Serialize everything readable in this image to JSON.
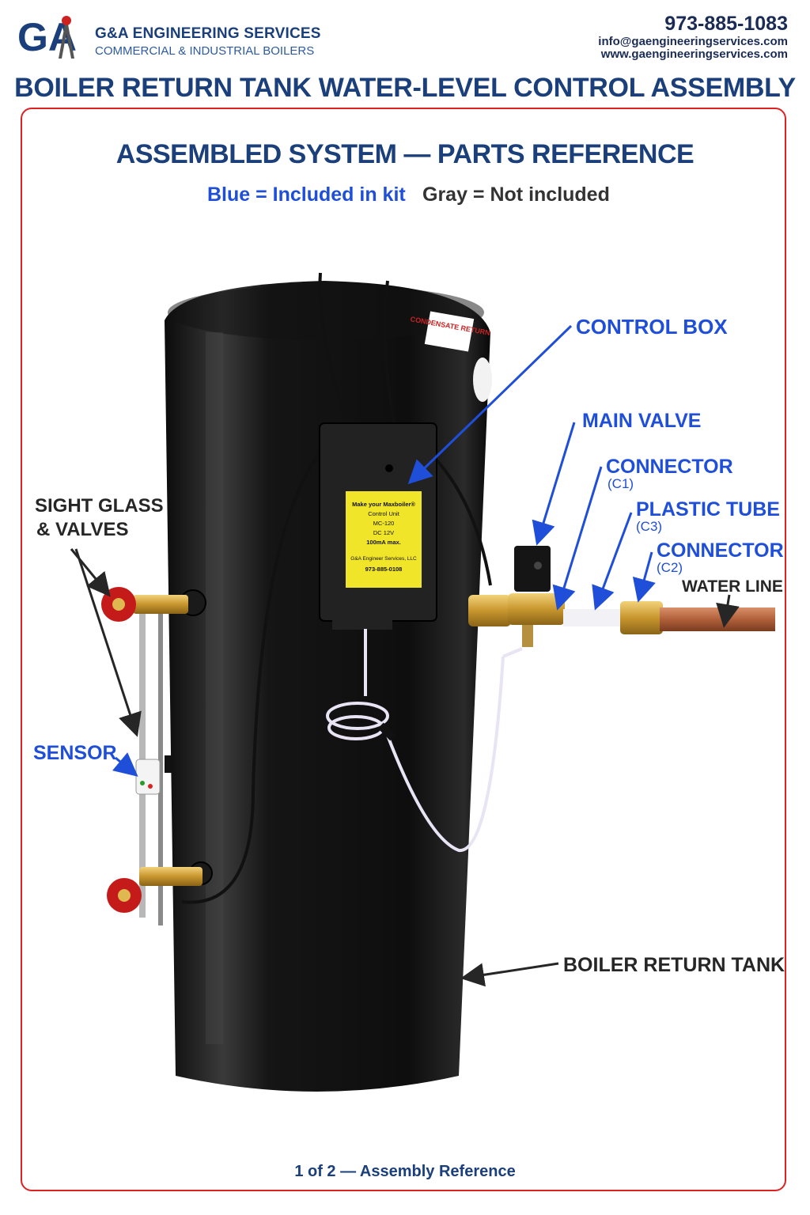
{
  "header": {
    "logo_text": "GA",
    "company_name": "G&A ENGINEERING SERVICES",
    "company_tagline": "COMMERCIAL & INDUSTRIAL BOILERS",
    "phone": "973-885-1083",
    "email": "info@gaengineeringservices.com",
    "website": "www.gaengineeringservices.com"
  },
  "title": "BOILER RETURN TANK WATER-LEVEL CONTROL ASSEMBLY",
  "subtitle": "ASSEMBLED SYSTEM — PARTS REFERENCE",
  "legend": {
    "included": "Blue = Included in kit",
    "not_included": "Gray = Not included",
    "included_color": "#1f4fd8",
    "not_included_color": "#333333"
  },
  "tank_sticker": "CONDENSATE RETURN",
  "control_box_label": {
    "line1": "Make your Maxboiler®",
    "line2": "Control Unit",
    "line3": "MC-120",
    "line4": "DC 12V",
    "line5": "100mA max.",
    "line6": "G&A Engineer Services, LLC",
    "line7": "973-885-0108"
  },
  "labels": {
    "control_box": "CONTROL BOX",
    "main_valve": "MAIN VALVE",
    "connector_c1": "CONNECTOR",
    "connector_c1_code": "(C1)",
    "plastic_tube": "PLASTIC TUBE",
    "plastic_tube_code": "(C3)",
    "connector_c2": "CONNECTOR",
    "connector_c2_code": "(C2)",
    "water_line": "WATER LINE",
    "sight_glass_line1": "SIGHT GLASS",
    "sight_glass_line2": "& VALVES",
    "sensor": "SENSOR",
    "boiler_return_tank": "BOILER RETURN TANK"
  },
  "footer": "1 of 2 — Assembly Reference"
}
